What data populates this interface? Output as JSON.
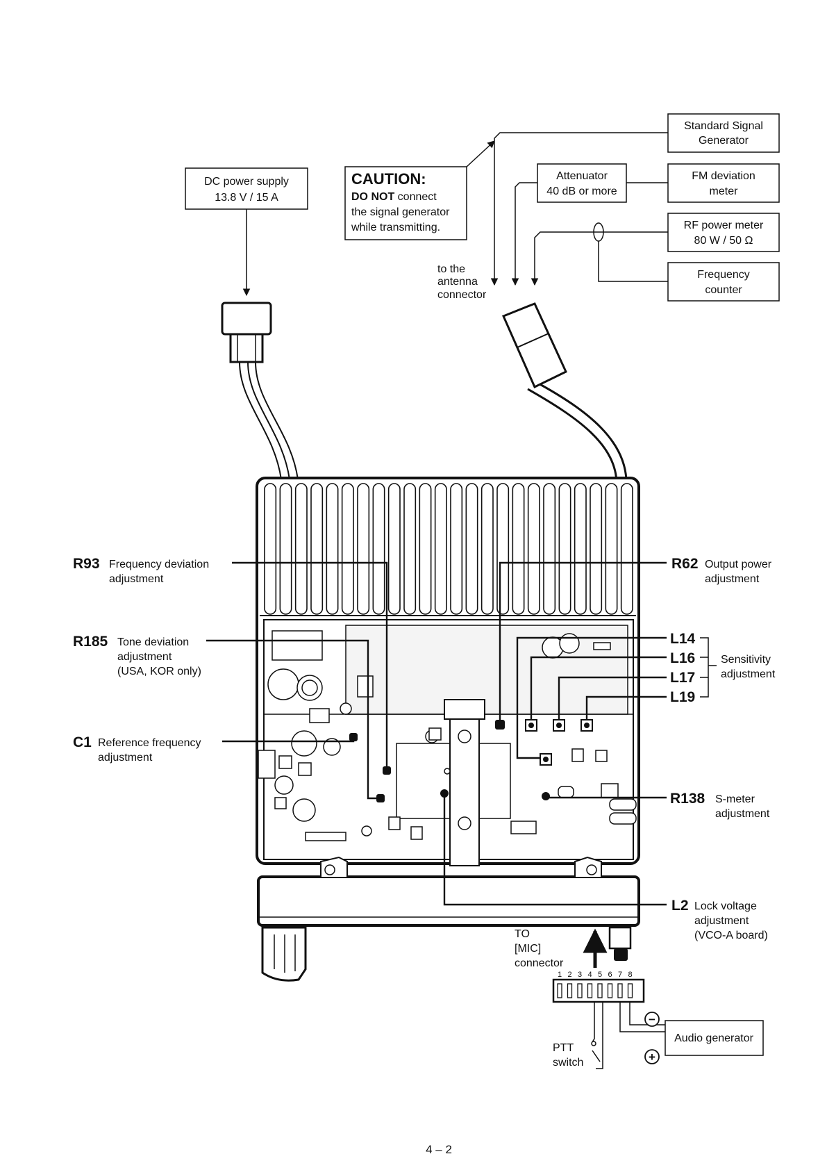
{
  "instruments": {
    "ssg": {
      "line1": "Standard Signal",
      "line2": "Generator"
    },
    "attenuator": {
      "line1": "Attenuator",
      "line2": "40 dB or more"
    },
    "fm_dev": {
      "line1": "FM deviation",
      "line2": "meter"
    },
    "rf_power": {
      "line1": "RF power meter",
      "line2": "80 W / 50 Ω"
    },
    "freq_counter": {
      "line1": "Frequency",
      "line2": "counter"
    },
    "dc_supply": {
      "line1": "DC power supply",
      "line2": "13.8 V / 15 A"
    },
    "audio_gen": "Audio generator"
  },
  "caution": {
    "title": "CAUTION:",
    "bold": "DO NOT",
    "line1_rest": " connect",
    "line2": "the signal generator",
    "line3": "while transmitting."
  },
  "antenna_note": {
    "line1": "to the",
    "line2": "antenna",
    "line3": "connector"
  },
  "adjustments": {
    "r93": {
      "ref": "R93",
      "line1": "Frequency deviation",
      "line2": "adjustment"
    },
    "r185": {
      "ref": "R185",
      "line1": "Tone deviation",
      "line2": "adjustment",
      "line3": "(USA, KOR only)"
    },
    "c1": {
      "ref": "C1",
      "line1": "Reference frequency",
      "line2": "adjustment"
    },
    "r62": {
      "ref": "R62",
      "line1": "Output power",
      "line2": "adjustment"
    },
    "l14": "L14",
    "l16": "L16",
    "l17": "L17",
    "l19": "L19",
    "sensitivity": {
      "line1": "Sensitivity",
      "line2": "adjustment"
    },
    "r138": {
      "ref": "R138",
      "line1": "S-meter",
      "line2": "adjustment"
    },
    "l2": {
      "ref": "L2",
      "line1": "Lock voltage",
      "line2": "adjustment",
      "line3": "(VCO-A  board)"
    }
  },
  "mic": {
    "line1": "TO",
    "line2": "[MIC]",
    "line3": "connector",
    "pins": [
      "1",
      "2",
      "3",
      "4",
      "5",
      "6",
      "7",
      "8"
    ],
    "ptt_line1": "PTT",
    "ptt_line2": "switch",
    "minus": "−",
    "plus": "+"
  },
  "page_number": "4 – 2"
}
